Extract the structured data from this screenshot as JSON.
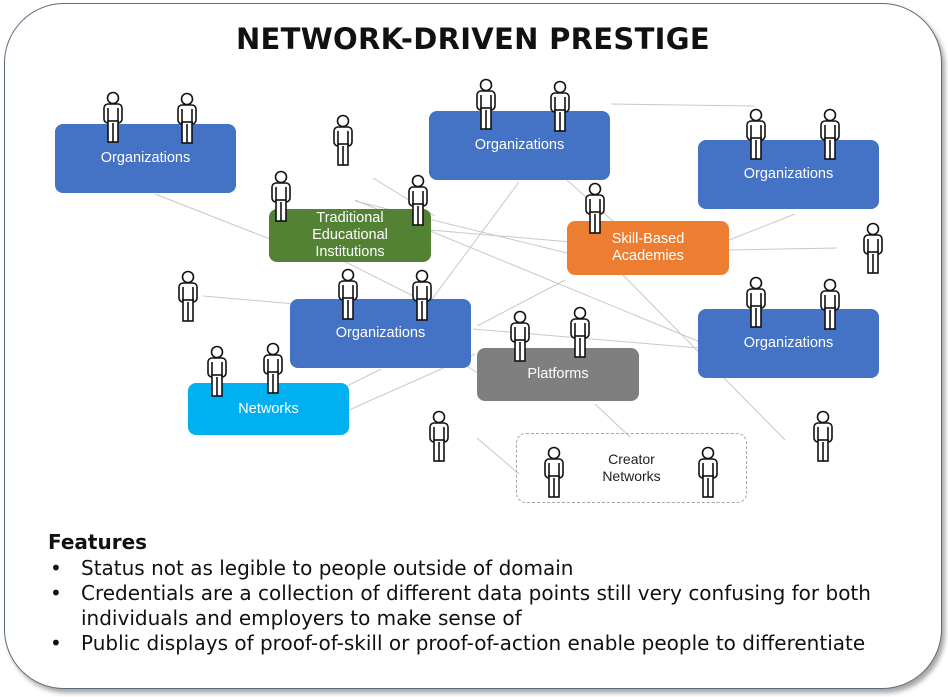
{
  "title": "NETWORK-DRIVEN PRESTIGE",
  "nodes": {
    "org_top_left": "Organizations",
    "org_top_center": "Organizations",
    "org_top_right": "Organizations",
    "edu": "Traditional Educational Institutions",
    "skill": "Skill-Based Academies",
    "org_middle": "Organizations",
    "org_right": "Organizations",
    "platforms": "Platforms",
    "networks": "Networks",
    "creator": "Creator Networks"
  },
  "colors": {
    "organizations": "#4472c4",
    "education": "#548235",
    "skill": "#ed7d31",
    "platforms": "#7f7f7f",
    "networks": "#00b0f0"
  },
  "icons": {
    "person": "person-icon"
  },
  "features": {
    "heading": "Features",
    "items": [
      "Status not as legible to people outside of domain",
      "Credentials are a collection of different data points still very confusing for both individuals and employers to make sense of",
      "Public displays of proof-of-skill or proof-of-action enable people to differentiate"
    ]
  }
}
